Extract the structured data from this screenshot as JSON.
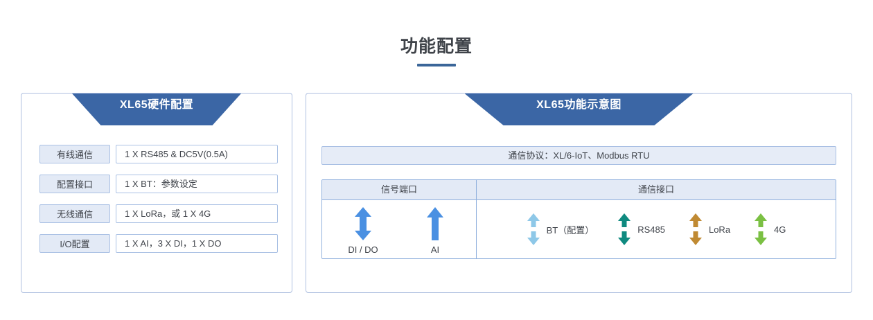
{
  "page": {
    "title": "功能配置",
    "accent_color": "#3b6699",
    "banner_color": "#3b66a5"
  },
  "left_panel": {
    "banner_title": "XL65硬件配置",
    "rows": [
      {
        "label": "有线通信",
        "value": "1 X RS485 & DC5V(0.5A)"
      },
      {
        "label": "配置接口",
        "value": "1 X BT：参数设定"
      },
      {
        "label": "无线通信",
        "value": "1 X LoRa，或 1 X 4G"
      },
      {
        "label": "I/O配置",
        "value": "1 X AI，3 X DI，1 X DO"
      }
    ]
  },
  "right_panel": {
    "banner_title": "XL65功能示意图",
    "protocol": "通信协议：XL/6-IoT、Modbus RTU",
    "table": {
      "headers": [
        "信号端口",
        "通信接口"
      ],
      "signal_items": [
        {
          "label": "DI / DO",
          "icon": "double-arrow-icon",
          "color": "#4a90e2",
          "direction": "both"
        },
        {
          "label": "AI",
          "icon": "up-arrow-icon",
          "color": "#4a90e2",
          "direction": "up"
        }
      ],
      "comm_items": [
        {
          "label": "BT（配置）",
          "icon": "split-double-arrow-icon",
          "color": "#8ec8e8",
          "direction": "both"
        },
        {
          "label": "RS485",
          "icon": "split-double-arrow-icon",
          "color": "#0f8a80",
          "direction": "both"
        },
        {
          "label": "LoRa",
          "icon": "split-double-arrow-icon",
          "color": "#c08a33",
          "direction": "both"
        },
        {
          "label": "4G",
          "icon": "split-double-arrow-icon",
          "color": "#7bc043",
          "direction": "both"
        }
      ]
    }
  }
}
